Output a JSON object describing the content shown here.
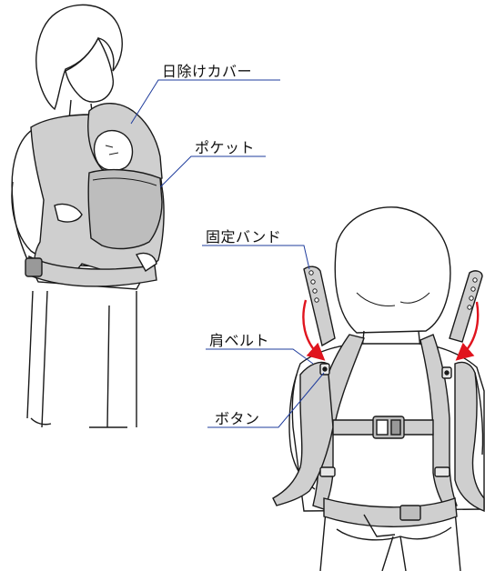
{
  "labels": {
    "sun_cover": "日除けカバー",
    "pocket": "ポケット",
    "fixing_band": "固定バンド",
    "shoulder_belt": "肩ベルト",
    "button": "ボタン"
  },
  "colors": {
    "outline": "#1a1a1a",
    "carrier_fill": "#cfcfcf",
    "carrier_dark": "#b5b5b5",
    "leader_line": "#1f3c9c",
    "arrow": "#e0141e",
    "skin": "#ffffff"
  }
}
